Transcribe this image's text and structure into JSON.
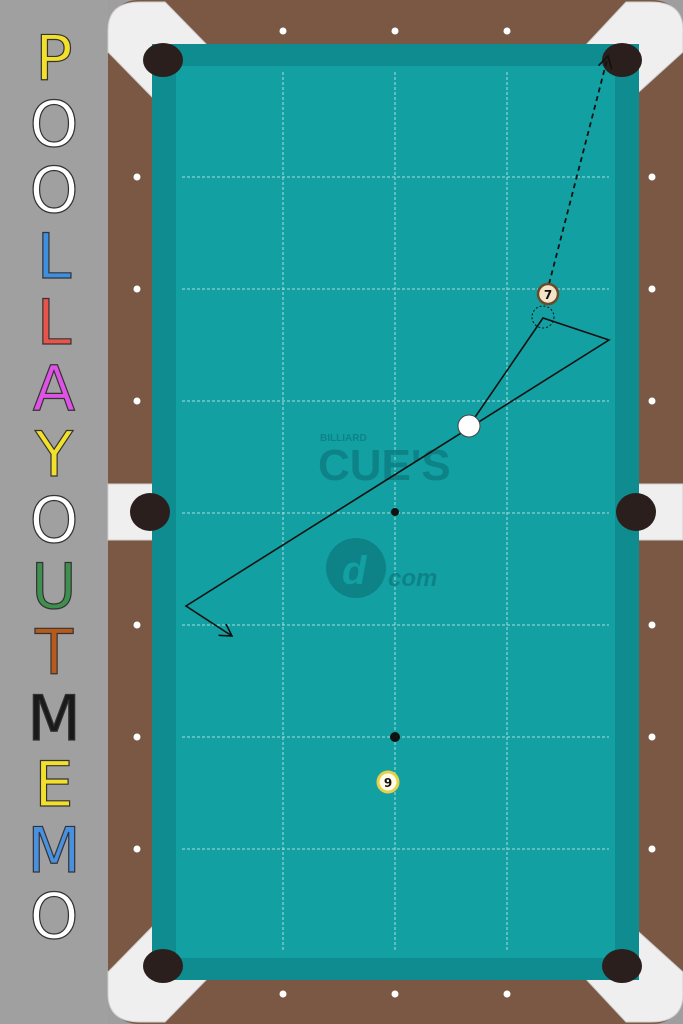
{
  "title": {
    "letters": [
      {
        "char": "P",
        "color": "#f2e02a"
      },
      {
        "char": "O",
        "color": "#ffffff"
      },
      {
        "char": "O",
        "color": "#ffffff"
      },
      {
        "char": "L",
        "color": "#3d8fe0"
      },
      {
        "char": "L",
        "color": "#e8544a"
      },
      {
        "char": "A",
        "color": "#e052e6"
      },
      {
        "char": "Y",
        "color": "#f2e02a"
      },
      {
        "char": "O",
        "color": "#ffffff"
      },
      {
        "char": "U",
        "color": "#3f8f4f"
      },
      {
        "char": "T",
        "color": "#b85a1c"
      },
      {
        "char": "M",
        "color": "#1a1a1a"
      },
      {
        "char": "E",
        "color": "#f2e02a"
      },
      {
        "char": "M",
        "color": "#4a90e0"
      },
      {
        "char": "O",
        "color": "#ffffff"
      }
    ]
  },
  "table": {
    "cloth_color": "#12a0a3",
    "rail_color": "#7a5844",
    "corner_color": "#efefef"
  },
  "watermark": {
    "small": "BILLIARD",
    "big": "CUE'S",
    "com": "com",
    "mark": "d"
  },
  "balls": [
    {
      "number": "7",
      "kind": "object"
    },
    {
      "number": "9",
      "kind": "object"
    },
    {
      "number": "",
      "kind": "cue"
    }
  ]
}
